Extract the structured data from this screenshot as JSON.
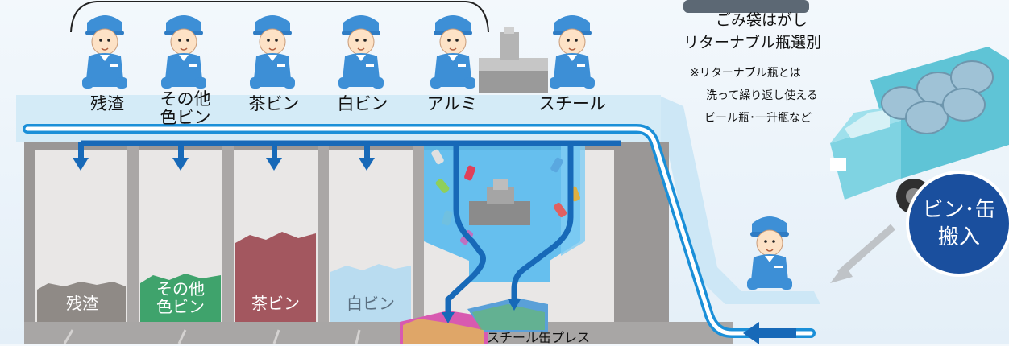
{
  "workers": {
    "residue": "残渣",
    "other_color_line1": "その他",
    "other_color_line2": "色ビン",
    "brown": "茶ビン",
    "white": "白ビン",
    "aluminum": "アルミ",
    "steel": "スチール"
  },
  "bins": {
    "residue": "残渣",
    "other_color_line1": "その他",
    "other_color_line2": "色ビン",
    "brown": "茶ビン",
    "white": "白ビン"
  },
  "press_label": "スチール缶プレス",
  "top_right": {
    "line1": "ごみ袋はがし",
    "line2": "リターナブル瓶選別"
  },
  "note": {
    "line1": "※リターナブル瓶とは",
    "line2": "洗って繰り返し使える",
    "line3": "ビール瓶･一升瓶など"
  },
  "badge": {
    "line1": "ビン･缶",
    "line2": "搬入"
  },
  "colors": {
    "belt": "#1a8fd8",
    "arrow": "#1769b8",
    "badge": "#1a4f9e",
    "uniform": "#3d8fd6",
    "truck": "#5fc4d6",
    "hopper": "#4fb7ee"
  }
}
